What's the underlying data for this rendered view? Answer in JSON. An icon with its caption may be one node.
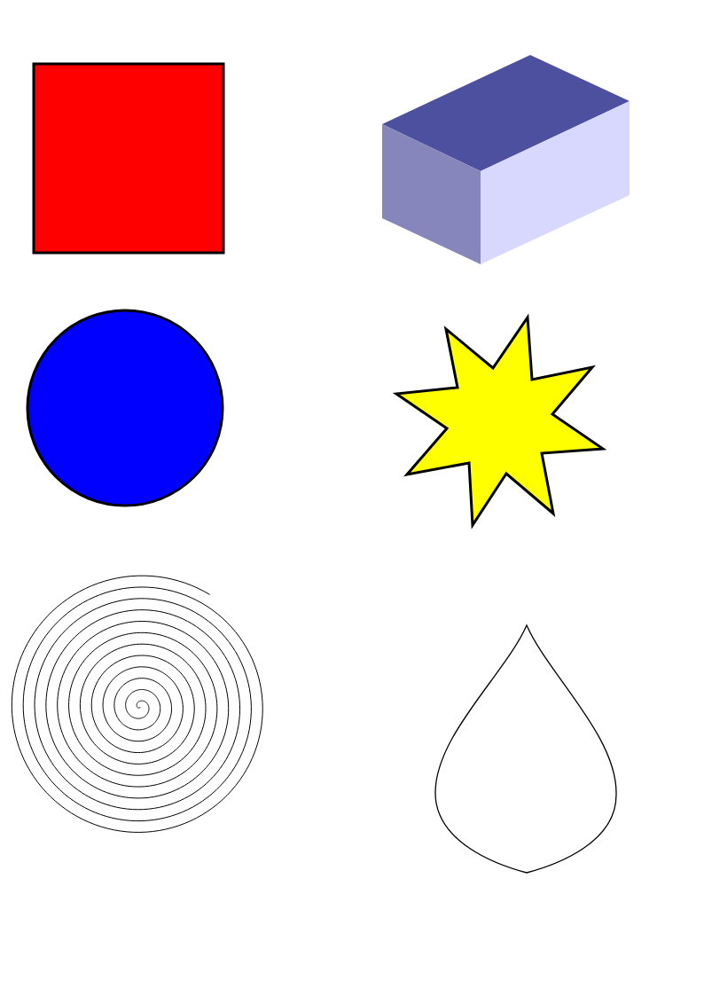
{
  "diagram": {
    "nodes": [
      {
        "text": [],
        "shape": "box"
      },
      {
        "text": [],
        "shape": "cuboid"
      },
      {
        "text": [],
        "shape": "circle"
      },
      {
        "text": [],
        "shape": "star"
      },
      {
        "text": [],
        "shape": "spiral"
      },
      {
        "text": [],
        "shape": "drop"
      }
    ]
  }
}
